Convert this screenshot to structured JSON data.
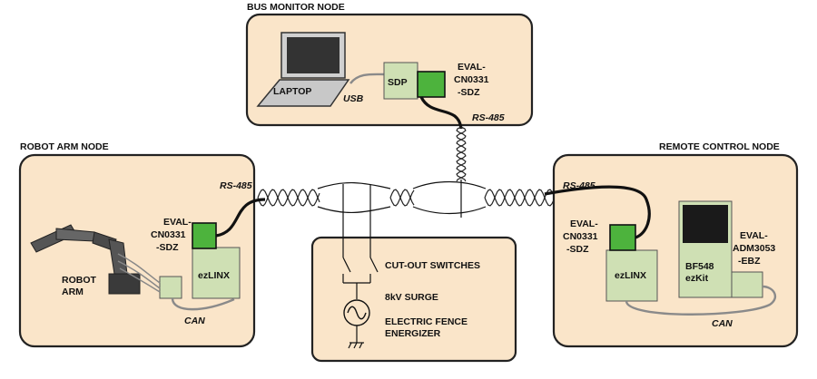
{
  "nodes": {
    "bus_monitor": {
      "title": "BUS MONITOR NODE",
      "laptop": "LAPTOP",
      "usb": "USB",
      "sdp": "SDP",
      "eval_l1": "EVAL-",
      "eval_l2": "CN0331",
      "eval_l3": "-SDZ",
      "rs485": "RS-485"
    },
    "robot_arm": {
      "title": "ROBOT ARM NODE",
      "rs485": "RS-485",
      "eval_l1": "EVAL-",
      "eval_l2": "CN0331",
      "eval_l3": "-SDZ",
      "ezlinx": "ezLINX",
      "robot_l1": "ROBOT",
      "robot_l2": "ARM",
      "can": "CAN"
    },
    "remote_control": {
      "title": "REMOTE CONTROL NODE",
      "rs485": "RS-485",
      "eval_l1": "EVAL-",
      "eval_l2": "CN0331",
      "eval_l3": "-SDZ",
      "ezlinx": "ezLINX",
      "bf548_l1": "BF548",
      "bf548_l2": "ezKit",
      "adm_l1": "EVAL-",
      "adm_l2": "ADM3053",
      "adm_l3": "-EBZ",
      "can": "CAN"
    },
    "surge": {
      "cutout": "CUT-OUT SWITCHES",
      "surge": "8kV SURGE",
      "fence_l1": "ELECTRIC FENCE",
      "fence_l2": "ENERGIZER"
    }
  },
  "colors": {
    "node_fill": "#fae5c9",
    "board_green": "#cfe0b4",
    "chip_green": "#4db33d"
  }
}
